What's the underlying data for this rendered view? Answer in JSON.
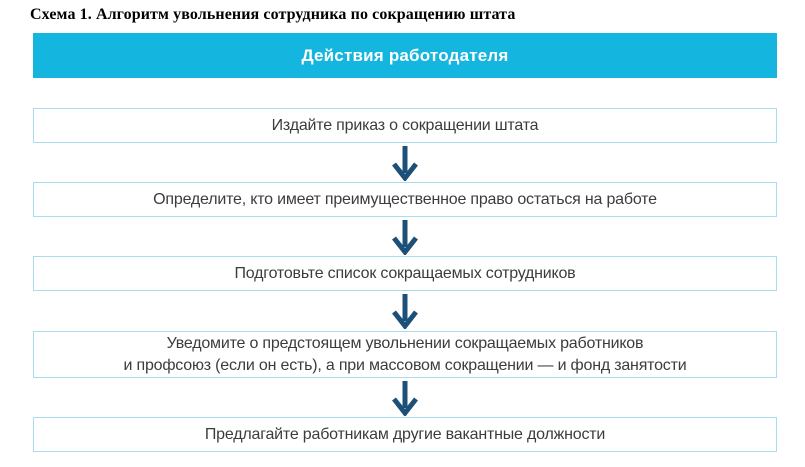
{
  "page": {
    "title": "Схема 1. Алгоритм увольнения сотрудника по сокращению штата"
  },
  "flowchart": {
    "header": {
      "label": "Действия работодателя"
    },
    "steps": [
      {
        "text": "Издайте приказ о сокращении штата"
      },
      {
        "text": "Определите, кто имеет преимущественное право остаться на работе"
      },
      {
        "text": "Подготовьте список сокращаемых сотрудников"
      },
      {
        "text": "Уведомите о предстоящем увольнении сокращаемых работников\nи профсоюз (если он есть), а при массовом сокращении — и фонд занятости"
      },
      {
        "text": "Предлагайте работникам другие вакантные должности"
      }
    ],
    "colors": {
      "header_bg": "#14b5de",
      "header_text": "#ffffff",
      "box_bg": "#ffffff",
      "box_border": "#a8ddf0",
      "step_text": "#3c3c3c",
      "arrow": "#1d5078",
      "title_text": "#000000",
      "page_bg": "#ffffff"
    }
  }
}
